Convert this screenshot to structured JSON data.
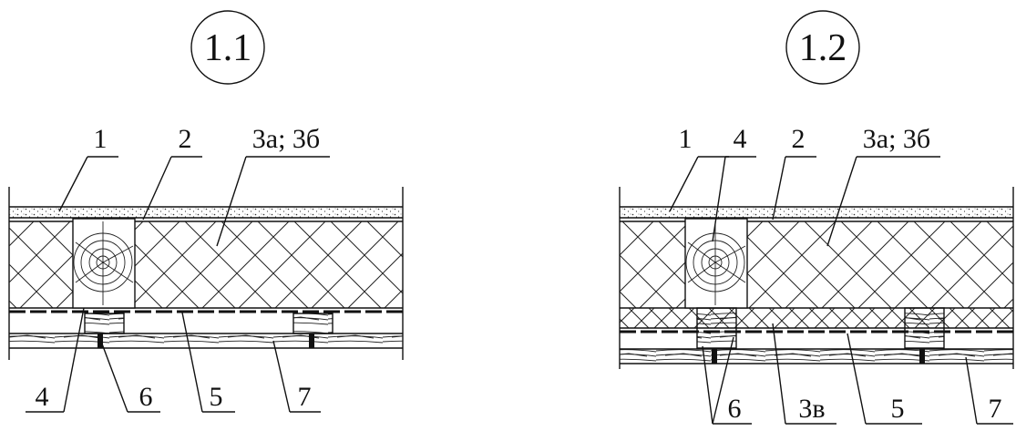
{
  "details": [
    {
      "id": "1.1",
      "labels": {
        "top": [
          "1",
          "2",
          "3а; 3б"
        ],
        "bottom": [
          "4",
          "6",
          "5",
          "7"
        ]
      }
    },
    {
      "id": "1.2",
      "labels": {
        "top": [
          "1",
          "4",
          "2",
          "3а; 3б"
        ],
        "bottom": [
          "6",
          "3в",
          "5",
          "7"
        ]
      }
    }
  ]
}
